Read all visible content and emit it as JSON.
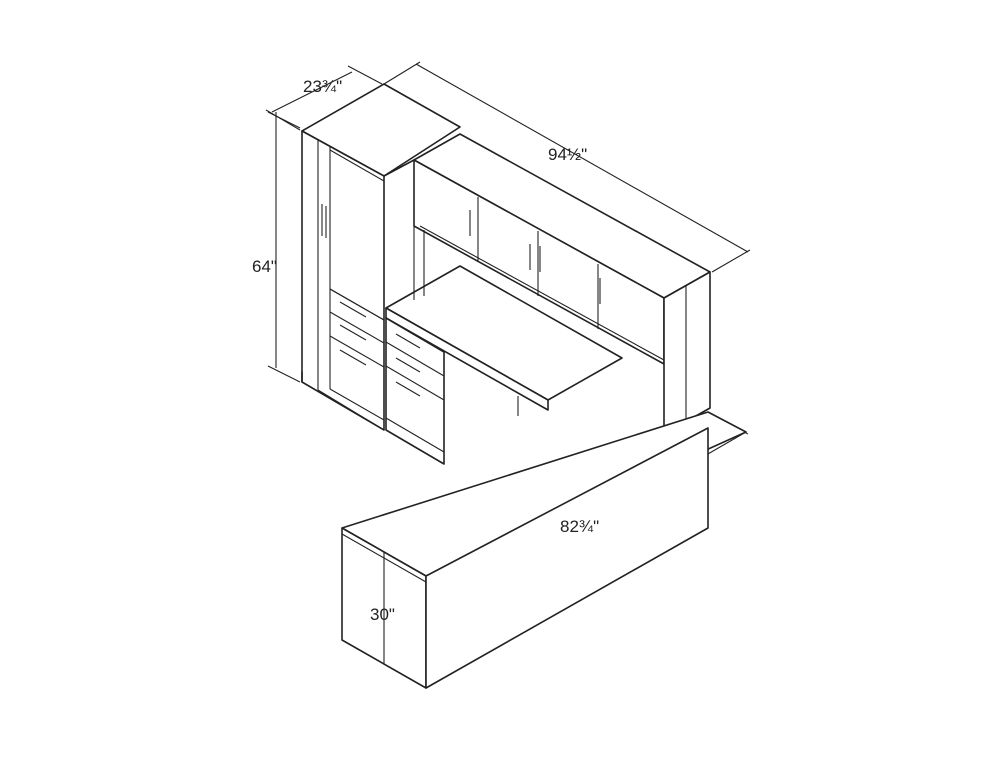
{
  "dimensions": {
    "depth": "23¾\"",
    "width_hutch": "94½\"",
    "height_tower": "64\"",
    "width_return": "82¾\"",
    "height_desk": "30\""
  }
}
